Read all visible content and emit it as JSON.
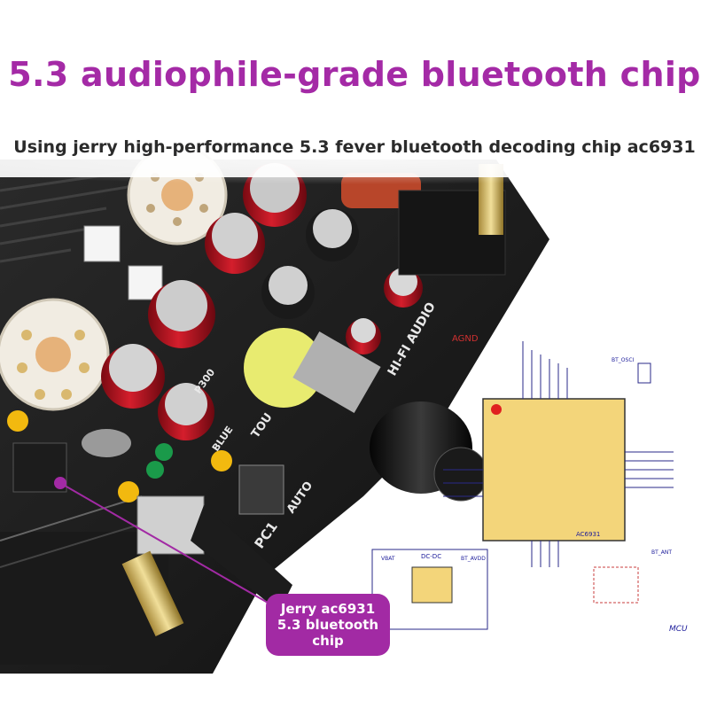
{
  "title": "5.3 audiophile-grade bluetooth chip",
  "subtitle": "Using jerry high-performance 5.3 fever bluetooth decoding chip ac6931",
  "callout": {
    "line1": "Jerry ac6931",
    "line2": "5.3 bluetooth",
    "line3": "chip"
  },
  "board_labels": {
    "hifi": "HI-FI AUDIO",
    "pc": "PC1",
    "auto": "AUTO",
    "p300": "P300",
    "blue": "BLUE",
    "tou": "TOU",
    "agnd": "AGND"
  },
  "schematic": {
    "mcu_label": "MCU",
    "dcdc_label": "DC-DC",
    "chip_label": "AC6931",
    "bt_osc": "BT_OSCI",
    "vbat": "VBAT",
    "bt_avdd": "BT_AVDD",
    "bt_ant": "BT_ANT"
  },
  "colors": {
    "accent": "#a42aa6",
    "chip_fill": "#f3d57a",
    "chip_dot": "#e02020"
  },
  "icons": [
    "volume-knob",
    "vacuum-tube-socket",
    "capacitor",
    "schematic-ic"
  ]
}
